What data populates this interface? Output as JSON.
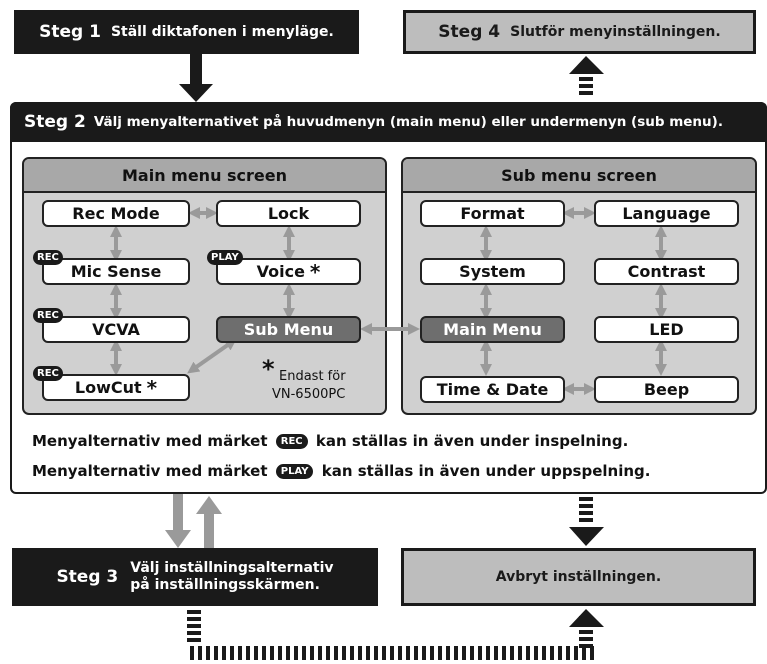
{
  "steps": {
    "step1": {
      "label": "Steg 1",
      "text": "Ställ diktafonen i menyläge."
    },
    "step4": {
      "label": "Steg 4",
      "text": "Slutför menyinställningen."
    },
    "step2": {
      "label": "Steg 2",
      "text": "Välj menyalternativet på huvudmenyn (main menu) eller undermenyn (sub menu)."
    },
    "step3": {
      "label": "Steg 3",
      "text_line1": "Välj inställningsalternativ",
      "text_line2": "på inställningsskärmen."
    },
    "cancel": {
      "text": "Avbryt inställningen."
    }
  },
  "main_menu": {
    "title": "Main menu screen",
    "items": {
      "rec_mode": "Rec Mode",
      "lock": "Lock",
      "mic_sense": "Mic Sense",
      "voice": "Voice",
      "vcva": "VCVA",
      "sub_menu": "Sub Menu",
      "lowcut": "LowCut"
    },
    "asterisk": "*",
    "footnote_line1": "Endast för",
    "footnote_line2": "VN-6500PC"
  },
  "sub_menu": {
    "title": "Sub menu screen",
    "items": {
      "format": "Format",
      "language": "Language",
      "system": "System",
      "contrast": "Contrast",
      "main_menu": "Main Menu",
      "led": "LED",
      "time_date": "Time & Date",
      "beep": "Beep"
    }
  },
  "badges": {
    "rec": "REC",
    "play": "PLAY"
  },
  "notes": {
    "rec_prefix": "Menyalternativ med märket",
    "rec_suffix": "kan ställas in även under inspelning.",
    "play_prefix": "Menyalternativ med märket",
    "play_suffix": "kan ställas in även under uppspelning."
  },
  "colors": {
    "dark": "#1a1a1a",
    "step_gray": "#bdbdbd",
    "panel": "#d0d0d0",
    "panel_title": "#a8a8a8",
    "connector": "#9a9a9a",
    "highlight_item": "#6e6e6e"
  }
}
